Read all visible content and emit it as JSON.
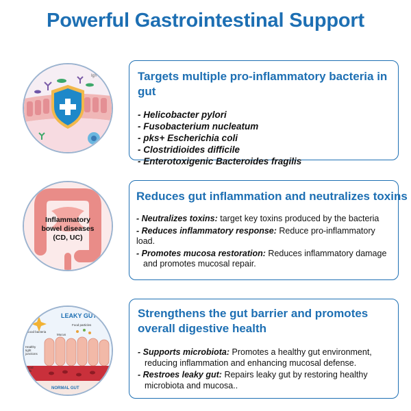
{
  "title": "Powerful Gastrointestinal Support",
  "panels": [
    {
      "heading": "Targets multiple pro-inflammatory bacteria in gut",
      "bacteria": [
        "- Helicobacter pylori",
        "- Fusobacterium nucleatum",
        "- pks+ Escherichia coli",
        "- Clostridioides difficile",
        "- Enterotoxigenic Bacteroides fragilis"
      ]
    },
    {
      "heading": "Reduces gut inflammation and neutralizes toxins",
      "items": [
        {
          "key": "- Neutralizes toxins:",
          "text": " target key toxins produced by the bacteria",
          "cont": ""
        },
        {
          "key": "- Reduces inflammatory response:",
          "text": " Reduce pro-inflammatory load.",
          "cont": ""
        },
        {
          "key": "- Promotes mucosa restoration:",
          "text": " Reduces inflammatory damage",
          "cont": "and promotes mucosal repair."
        }
      ]
    },
    {
      "heading_line1": "Strengthens the gut barrier and promotes",
      "heading_line2": "overall digestive health",
      "items": [
        {
          "key": "- Supports microbiota:",
          "text": " Promotes a healthy gut environment,",
          "cont": "reducing inflammation and enhancing mucosal defense."
        },
        {
          "key": "- Restroes leaky gut:",
          "text": " Repairs leaky gut by restoring healthy",
          "cont": "microbiota and mucosa.."
        }
      ]
    }
  ],
  "illustrations": {
    "ibd_line1": "Inflammatory",
    "ibd_line2": "bowel diseases",
    "ibd_line3": "(CD, UC)",
    "leaky_title": "LEAKY GUT",
    "good_bacteria": "Good bacteria",
    "food_particles": "Food particles",
    "mucus": "Mucus",
    "healthy_tight_1": "Healthy",
    "healthy_tight_2": "tight",
    "healthy_tight_3": "junctions",
    "blood_1": "Blood",
    "blood_2": "cells",
    "normal_gut": "NORMAL GUT",
    "igy": "IgY"
  },
  "colors": {
    "accent": "#1d6fb3",
    "shield": "#1e88c9",
    "intestine": "#e98c88"
  }
}
